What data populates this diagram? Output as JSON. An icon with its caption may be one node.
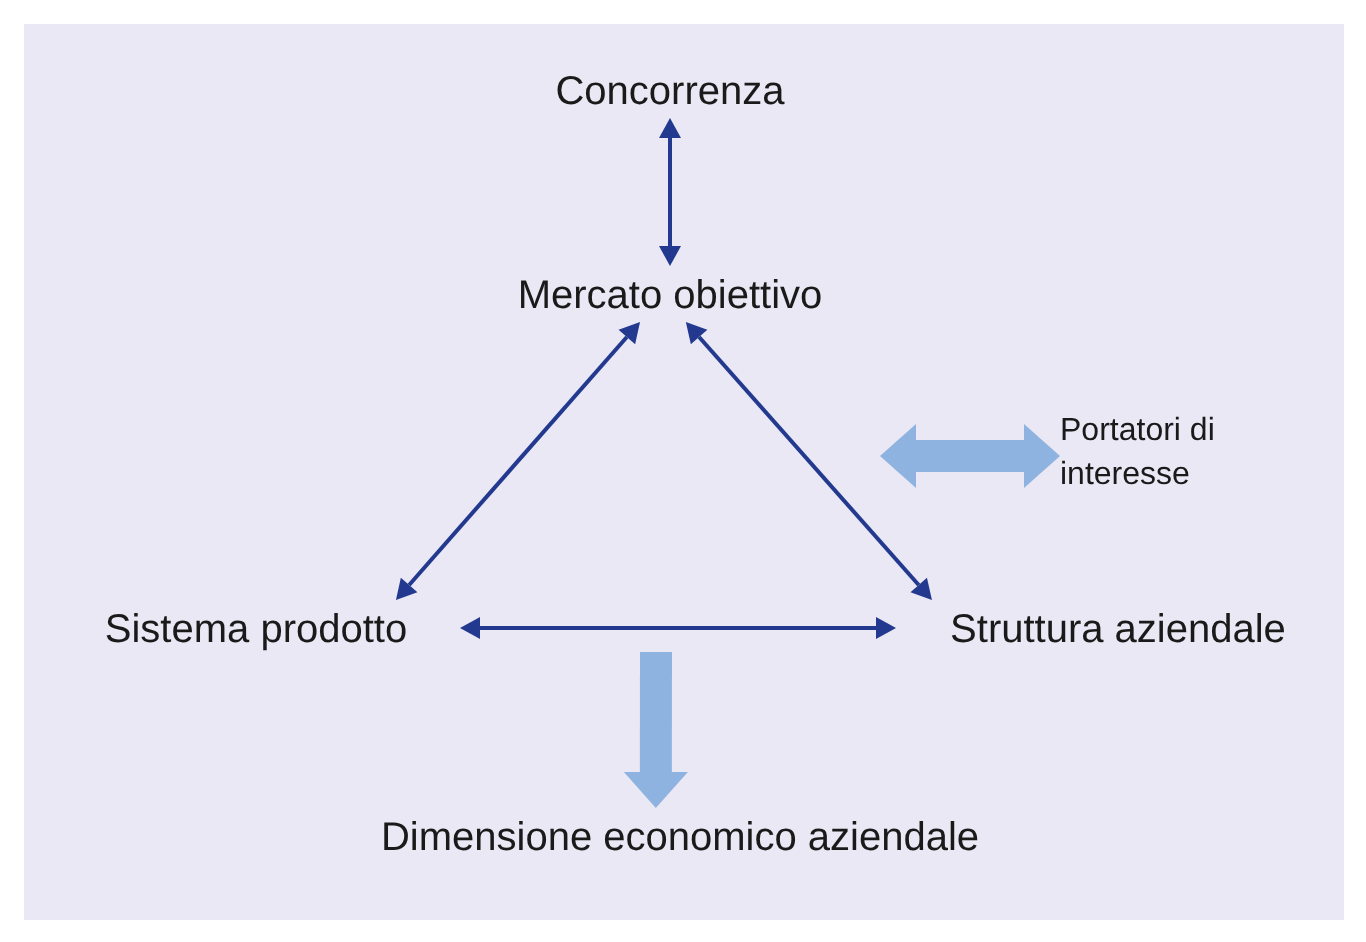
{
  "diagram": {
    "nodes": [
      {
        "text": [
          "Concorrenza"
        ]
      },
      {
        "text": [
          "Mercato obiettivo"
        ]
      },
      {
        "text": [
          "Sistema prodotto"
        ]
      },
      {
        "text": [
          "Struttura aziendale"
        ]
      },
      {
        "text": [
          "Portatori di interesse"
        ]
      },
      {
        "text": [
          "Dimensione economico aziendale"
        ]
      }
    ],
    "edges": [
      {
        "from": 0,
        "to": 1,
        "arrow": "both"
      },
      {
        "from": 1,
        "to": 2,
        "arrow": "both"
      },
      {
        "from": 1,
        "to": 3,
        "arrow": "both"
      },
      {
        "from": 2,
        "to": 3,
        "arrow": "both"
      },
      {
        "from": 4,
        "to": null,
        "arrow": "both",
        "style": "thick",
        "color": "#8fb3e0"
      },
      {
        "from": null,
        "to": 5,
        "arrow": "to",
        "style": "thick",
        "color": "#8fb3e0"
      }
    ]
  }
}
